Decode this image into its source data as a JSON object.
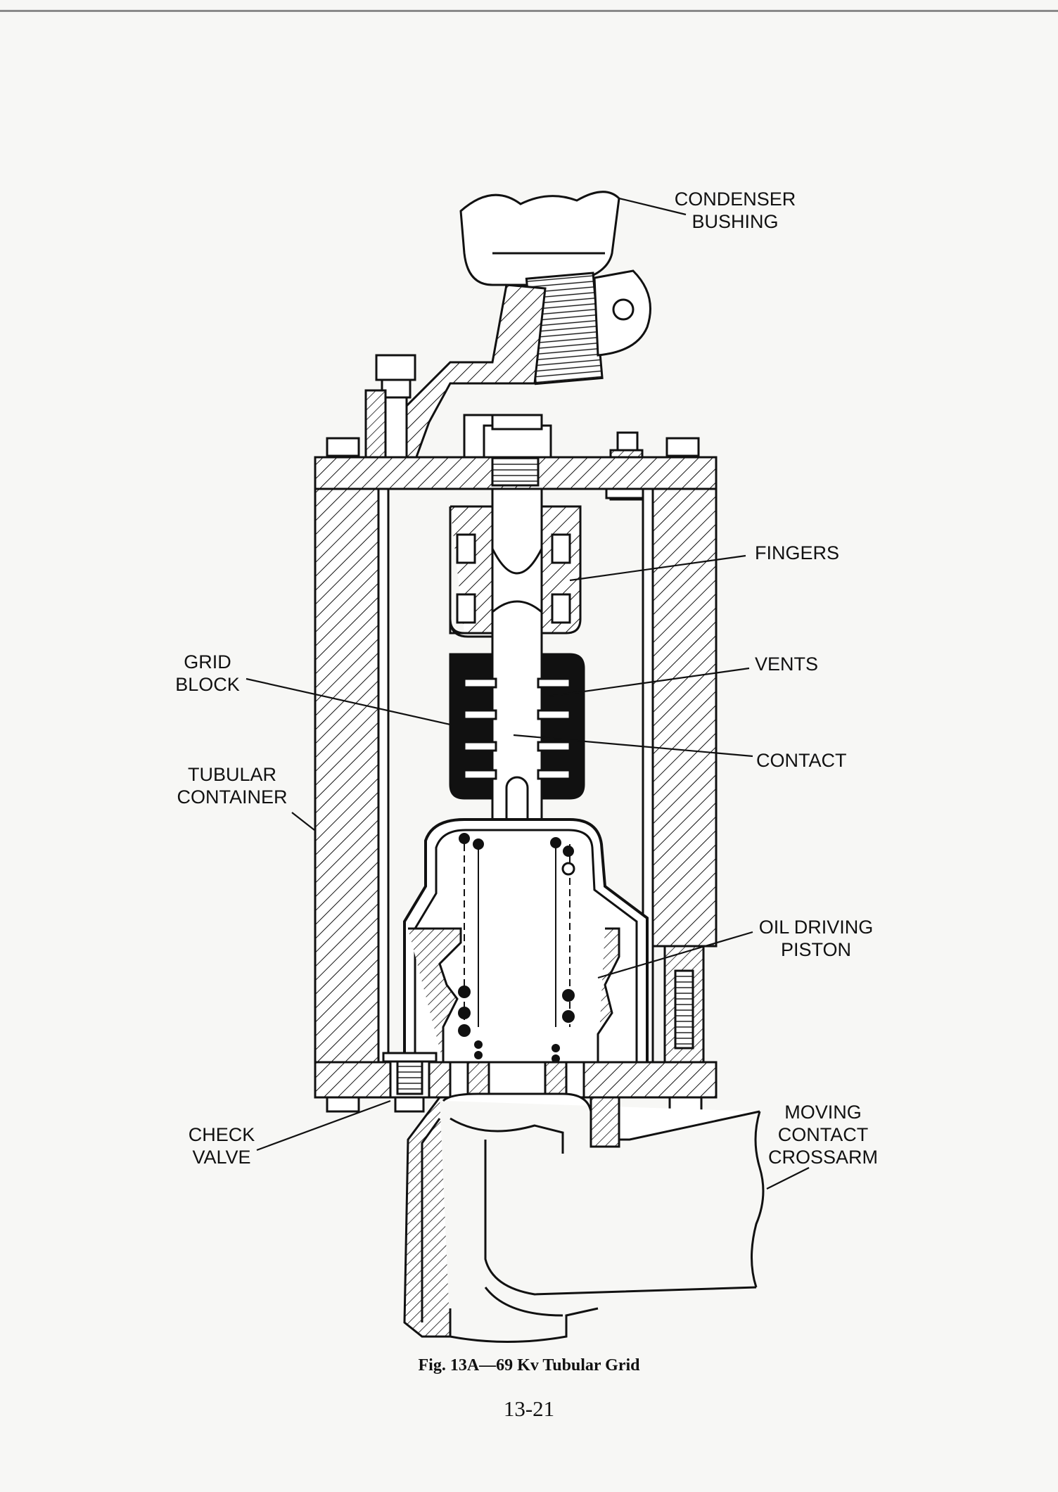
{
  "labels": {
    "condenser_bushing": [
      "CONDENSER",
      "BUSHING"
    ],
    "fingers": [
      "FINGERS"
    ],
    "grid_block": [
      "GRID",
      "BLOCK"
    ],
    "vents": [
      "VENTS"
    ],
    "contact": [
      "CONTACT"
    ],
    "tubular_container": [
      "TUBULAR",
      "CONTAINER"
    ],
    "oil_driving_piston": [
      "OIL DRIVING",
      "PISTON"
    ],
    "check_valve": [
      "CHECK",
      "VALVE"
    ],
    "moving_contact_crossarm": [
      "MOVING",
      "CONTACT",
      "CROSSARM"
    ]
  },
  "caption": "Fig. 13A—69 Kv Tubular Grid",
  "page_number": "13-21"
}
